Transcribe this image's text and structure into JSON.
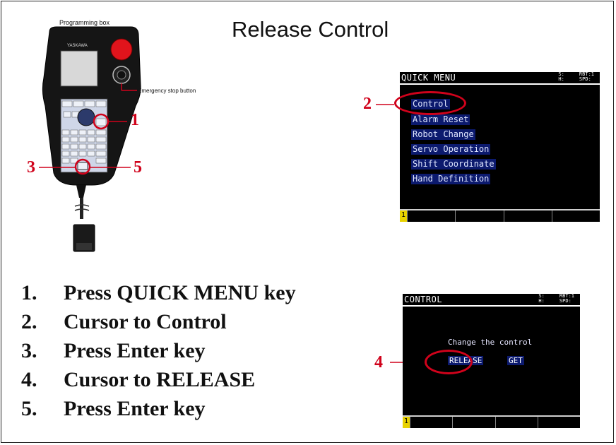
{
  "title": "Release Control",
  "pendant": {
    "label": "Programming box",
    "estop_label": "Emergency stop button",
    "brand": "YASKAWA"
  },
  "callouts": [
    "1",
    "2",
    "3",
    "4",
    "5"
  ],
  "steps": [
    {
      "num": "1.",
      "text": "Press QUICK MENU key"
    },
    {
      "num": "2.",
      "text": "Cursor to Control"
    },
    {
      "num": "3.",
      "text": "Press Enter key"
    },
    {
      "num": "4.",
      "text": "Cursor to RELEASE"
    },
    {
      "num": "5.",
      "text": "Press Enter key"
    }
  ],
  "screen1": {
    "title": "QUICK MENU",
    "info_s": "S:     RBT:1",
    "info_h": "H:     SPD:",
    "items": [
      "Control",
      "Alarm Reset",
      "Robot Change",
      "Servo Operation",
      "Shift Coordinate",
      "Hand Definition"
    ],
    "footer_num": "1"
  },
  "screen2": {
    "title": "CONTROL",
    "info_s": "S:     RBT:1",
    "info_h": "H:     SPD:",
    "prompt": "Change the control",
    "release": "RELEASE",
    "get": "GET",
    "footer_num": "1"
  },
  "colors": {
    "highlight": "#d0021b",
    "menu_bg": "#0c1a6e"
  }
}
